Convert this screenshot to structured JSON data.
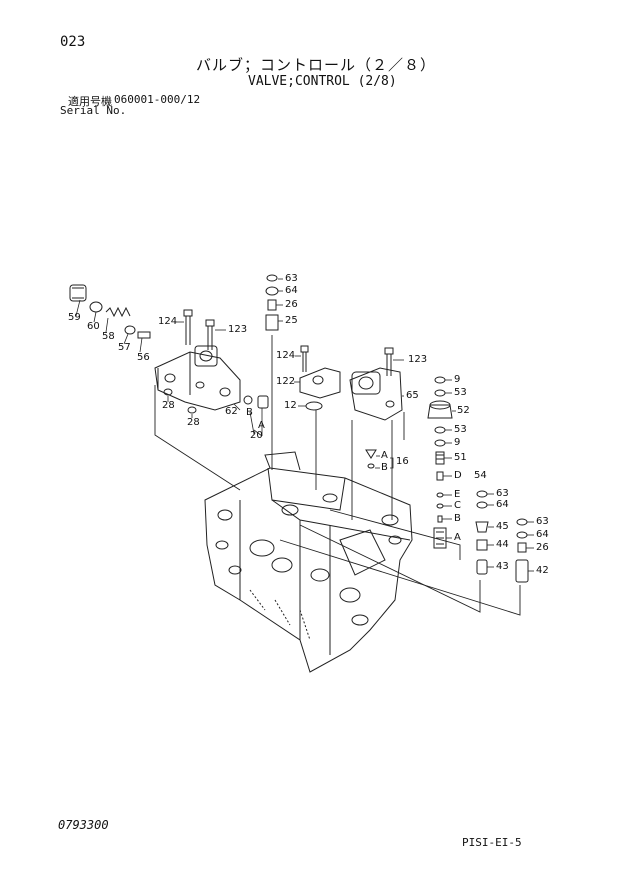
{
  "header": {
    "page_number": "023",
    "title_ja": "バルブ；コントロール（２／８）",
    "title_en": "VALVE;CONTROL (2/8)",
    "serial_label_ja": "適用号機",
    "serial_range": "060001-000/12",
    "serial_label_en": "Serial No."
  },
  "footer": {
    "drawing_number": "0793300",
    "sheet_code": "PISI-EI-5"
  },
  "callouts": {
    "p59": "59",
    "p60": "60",
    "p58": "58",
    "p57": "57",
    "p56": "56",
    "p28a": "28",
    "p28b": "28",
    "p124a": "124",
    "p123a": "123",
    "p62": "62",
    "pB1": "B",
    "pA1": "A",
    "p20": "20",
    "p63a": "63",
    "p64a": "64",
    "p26a": "26",
    "p25": "25",
    "p124b": "124",
    "p122": "122",
    "p12": "12",
    "p123b": "123",
    "p65": "65",
    "pA2": "A",
    "pB2": "B",
    "p16": "16",
    "p9a": "9",
    "p53a": "53",
    "p52": "52",
    "p53b": "53",
    "p9b": "9",
    "p51": "51",
    "pD": "D",
    "p54": "54",
    "pE": "E",
    "pC": "C",
    "pB3": "B",
    "pA3": "A",
    "p63b": "63",
    "p64b": "64",
    "p45": "45",
    "p44": "44",
    "p43": "43",
    "p63c": "63",
    "p64c": "64",
    "p26b": "26",
    "p42": "42"
  }
}
